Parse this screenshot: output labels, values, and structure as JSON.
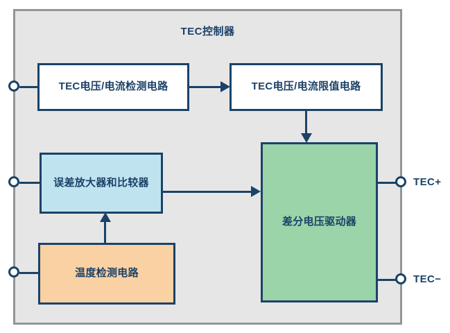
{
  "diagram": {
    "enclosure_title": "TEC控制器",
    "colors": {
      "enclosure_fill": "#e6e6e6",
      "enclosure_border": "#939598",
      "line": "#1b4268",
      "text": "#1b4268",
      "block_white": "#ffffff",
      "block_blue": "#bfe4f0",
      "block_orange": "#fad1a2",
      "block_green": "#9bd4a8"
    },
    "blocks": [
      {
        "id": "sense",
        "label": "TEC电压/电流检测电路"
      },
      {
        "id": "limit",
        "label": "TEC电压/电流限值电路"
      },
      {
        "id": "erramp",
        "label": "误差放大器和比较器"
      },
      {
        "id": "temp",
        "label": "温度检测电路"
      },
      {
        "id": "driver",
        "label": "差分电压驱动器"
      }
    ],
    "terminals": [
      {
        "id": "in-sense",
        "label": "",
        "side": "left"
      },
      {
        "id": "in-erramp",
        "label": "",
        "side": "left"
      },
      {
        "id": "in-temp",
        "label": "",
        "side": "left"
      },
      {
        "id": "out-tec-plus",
        "label": "TEC+",
        "side": "right"
      },
      {
        "id": "out-tec-minus",
        "label": "TEC−",
        "side": "right"
      }
    ],
    "connections": [
      {
        "from": "sense",
        "to": "limit",
        "arrow": "right"
      },
      {
        "from": "limit",
        "to": "driver",
        "arrow": "down"
      },
      {
        "from": "erramp",
        "to": "driver",
        "arrow": "right"
      },
      {
        "from": "temp",
        "to": "erramp",
        "arrow": "up"
      }
    ]
  }
}
